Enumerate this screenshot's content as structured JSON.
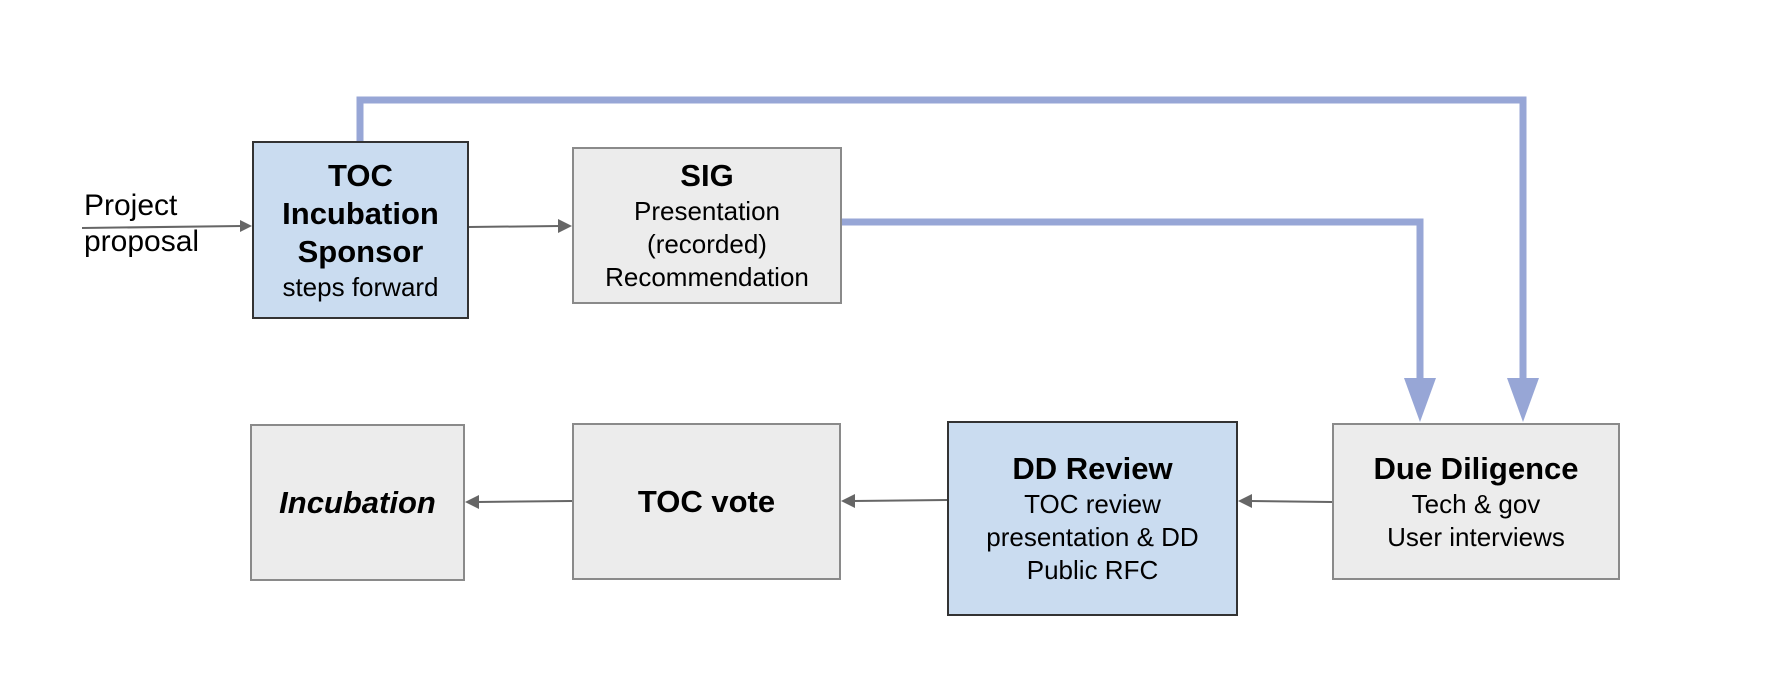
{
  "colors": {
    "blue_fill": "#cadcf0",
    "gray_fill": "#ececec",
    "connector_blue": "#97a6d6",
    "arrow_gray": "#666666"
  },
  "input_label": [
    "Project",
    "proposal"
  ],
  "nodes": {
    "sponsor": {
      "title_lines": [
        "TOC",
        "Incubation",
        "Sponsor"
      ],
      "sub_lines": [
        "steps forward"
      ]
    },
    "sig": {
      "title_lines": [
        "SIG"
      ],
      "sub_lines": [
        "Presentation",
        "(recorded)",
        "Recommendation"
      ]
    },
    "due_diligence": {
      "title_lines": [
        "Due Diligence"
      ],
      "sub_lines": [
        "Tech & gov",
        "User interviews"
      ]
    },
    "dd_review": {
      "title_lines": [
        "DD Review"
      ],
      "sub_lines": [
        "TOC review",
        "presentation & DD",
        "Public RFC"
      ]
    },
    "toc_vote": {
      "title_lines": [
        "TOC vote"
      ],
      "sub_lines": []
    },
    "incubation": {
      "title_lines": [
        "Incubation"
      ],
      "sub_lines": []
    }
  },
  "edges": [
    {
      "from": "proposal",
      "to": "sponsor",
      "style": "thin"
    },
    {
      "from": "sponsor",
      "to": "sig",
      "style": "thin"
    },
    {
      "from": "sig",
      "to": "due_diligence",
      "style": "thick"
    },
    {
      "from": "sponsor",
      "to": "due_diligence",
      "style": "thick"
    },
    {
      "from": "due_diligence",
      "to": "dd_review",
      "style": "thin"
    },
    {
      "from": "dd_review",
      "to": "toc_vote",
      "style": "thin"
    },
    {
      "from": "toc_vote",
      "to": "incubation",
      "style": "thin"
    }
  ]
}
